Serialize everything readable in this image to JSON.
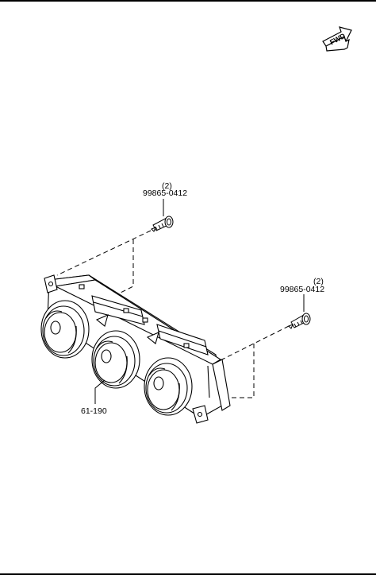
{
  "direction_badge": {
    "label": "FWD"
  },
  "parts": [
    {
      "part_number": "99865-0412",
      "quantity": "(2)",
      "description_icon": "screw-icon"
    },
    {
      "part_number": "99865-0412",
      "quantity": "(2)",
      "description_icon": "screw-icon"
    },
    {
      "part_number": "61-190",
      "description_icon": "climate-control-panel-icon"
    }
  ]
}
